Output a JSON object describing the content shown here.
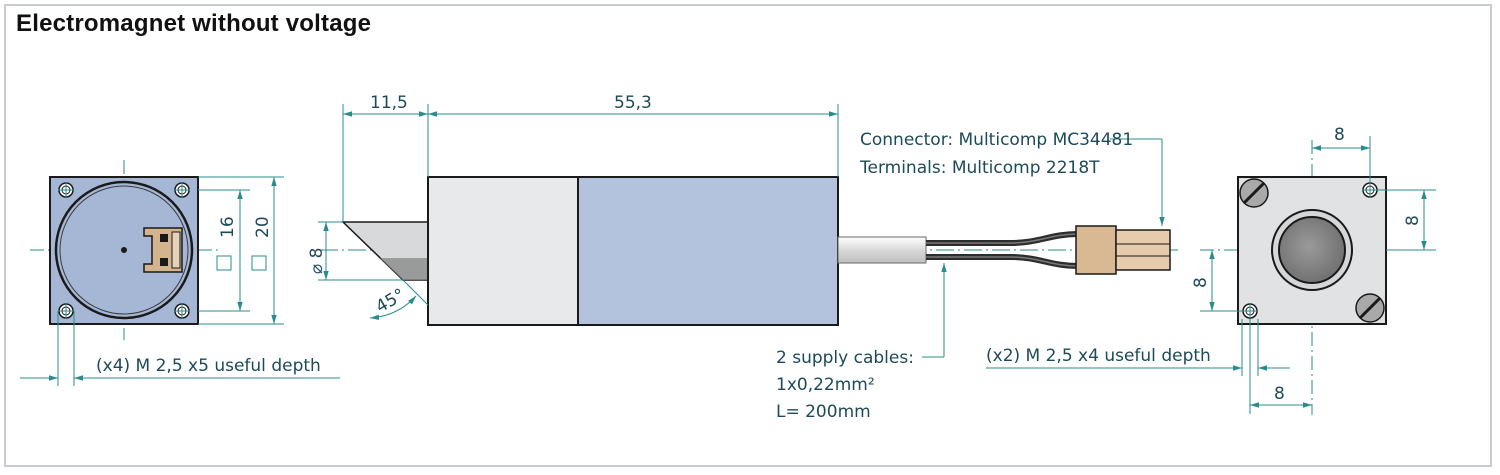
{
  "title": "Electromagnet without voltage",
  "colors": {
    "dimension_teal": "#2a8c8c",
    "body_blue": "#b3c3de",
    "sleeve_gray": "#e8e9ea",
    "connector_tan": "#dcc2a3",
    "front_face": "#a6b7d6",
    "rear_face": "#e1e2e4"
  },
  "side_view": {
    "dim_tip": "11,5",
    "dim_body": "55,3",
    "dim_diameter": "⌀ 8",
    "dim_angle": "45°"
  },
  "front_view": {
    "dim_inner": "16",
    "dim_outer": "20",
    "thread_note": "(x4) M  2,5  x5 useful depth"
  },
  "rear_view": {
    "dim_top": "8",
    "dim_right": "8",
    "dim_left": "8",
    "dim_bottom": "8",
    "thread_note": "(x2) M  2,5  x4 useful depth"
  },
  "connector_note": {
    "line1": "Connector: Multicomp MC34481",
    "line2": "Terminals: Multicomp 2218T"
  },
  "cable_note": {
    "line1": "2 supply cables:",
    "line2": "1x0,22mm²",
    "line3": "L= 200mm"
  }
}
